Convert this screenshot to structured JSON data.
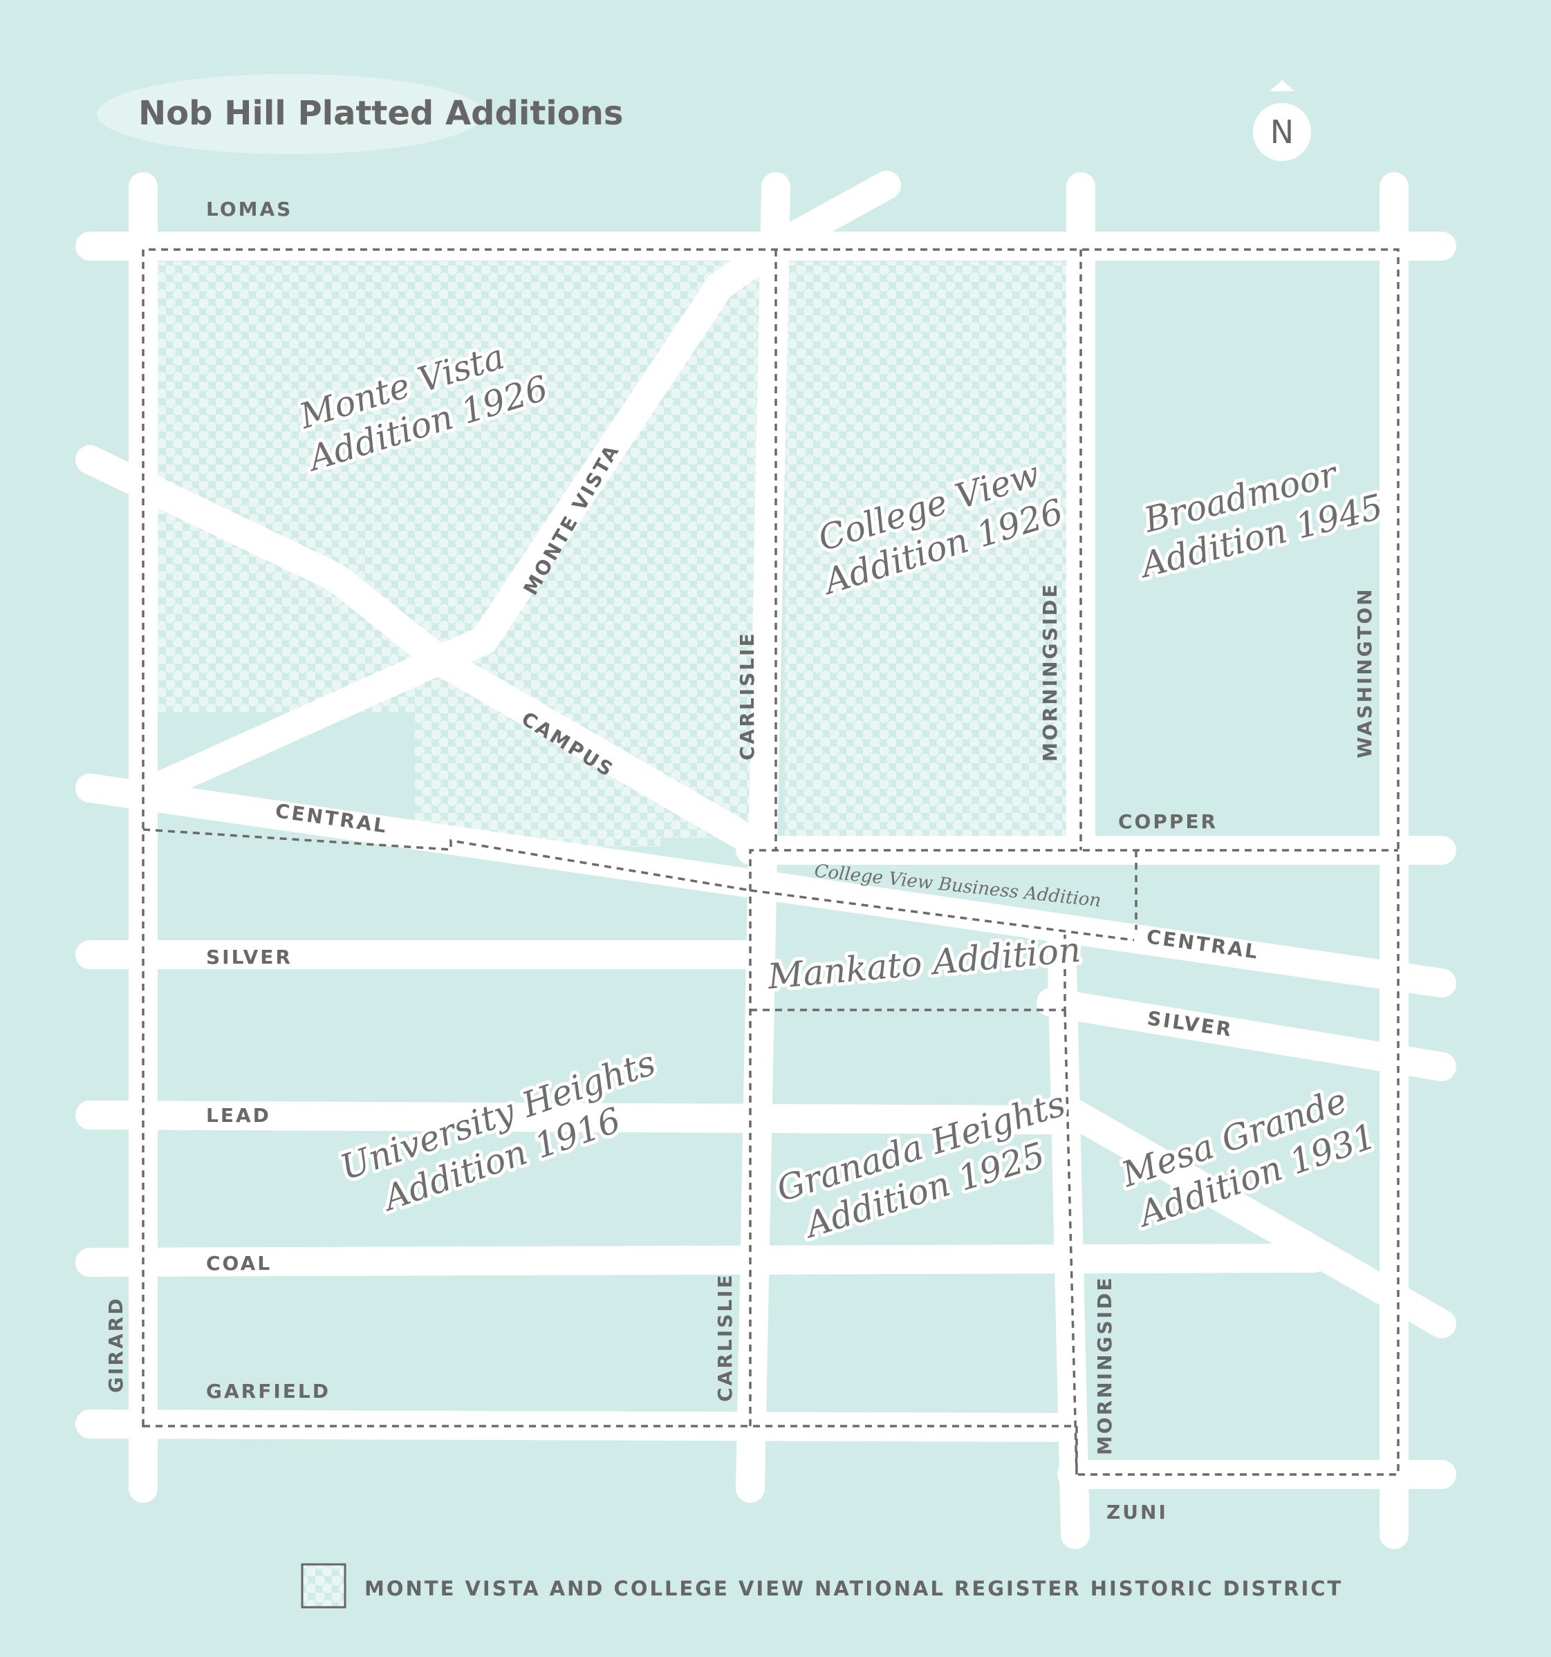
{
  "map": {
    "title": "Nob Hill Platted Additions",
    "north_label": "N",
    "legend_text": "MONTE VISTA AND COLLEGE VIEW NATIONAL REGISTER HISTORIC DISTRICT",
    "colors": {
      "background": "#d1ebe8",
      "roads": "#ffffff",
      "text": "#666666",
      "historic_district_pattern": "#e9f6f4"
    },
    "streets": {
      "lomas": "LOMAS",
      "monte_vista": "MONTE VISTA",
      "campus": "CAMPUS",
      "carlislie_north": "CARLISLIE",
      "morningside_north": "MORNINGSIDE",
      "washington": "WASHINGTON",
      "copper": "COPPER",
      "central_west": "CENTRAL",
      "central_east": "CENTRAL",
      "silver_west": "SILVER",
      "silver_east": "SILVER",
      "lead": "LEAD",
      "coal": "COAL",
      "garfield": "GARFIELD",
      "girard": "GIRARD",
      "carlislie_south": "CARLISLIE",
      "morningside_south": "MORNINGSIDE",
      "zuni": "ZUNI"
    },
    "additions": {
      "monte_vista": {
        "line1": "Monte Vista",
        "line2": "Addition 1926"
      },
      "college_view": {
        "line1": "College View",
        "line2": "Addition 1926"
      },
      "broadmoor": {
        "line1": "Broadmoor",
        "line2": "Addition 1945"
      },
      "college_view_business": "College View Business Addition",
      "mankato": "Mankato Addition",
      "university_heights": {
        "line1": "University Heights",
        "line2": "Addition 1916"
      },
      "granada_heights": {
        "line1": "Granada Heights",
        "line2": "Addition 1925"
      },
      "mesa_grande": {
        "line1": "Mesa Grande",
        "line2": "Addition 1931"
      }
    }
  }
}
